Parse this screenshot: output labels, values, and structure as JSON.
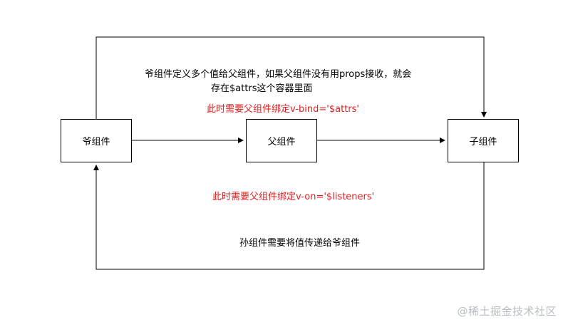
{
  "nodes": {
    "grandparent": "爷组件",
    "parent": "父组件",
    "child": "子组件"
  },
  "labels": {
    "attrs_line1": "爷组件定义多个值给父组件，如果父组件没有用props接收，就会",
    "attrs_line2": "存在$attrs这个容器里面",
    "bind_attrs": "此时需要父组件绑定v-bind='$attrs'",
    "bind_listeners": "此时需要父组件绑定v-on='$listeners'",
    "child_to_grand": "孙组件需要将值传递给爷组件"
  },
  "watermark": "@稀土掘金技术社区",
  "colors": {
    "line": "#000000",
    "highlight": "#e01e1e",
    "watermark": "#b8bcc4"
  }
}
